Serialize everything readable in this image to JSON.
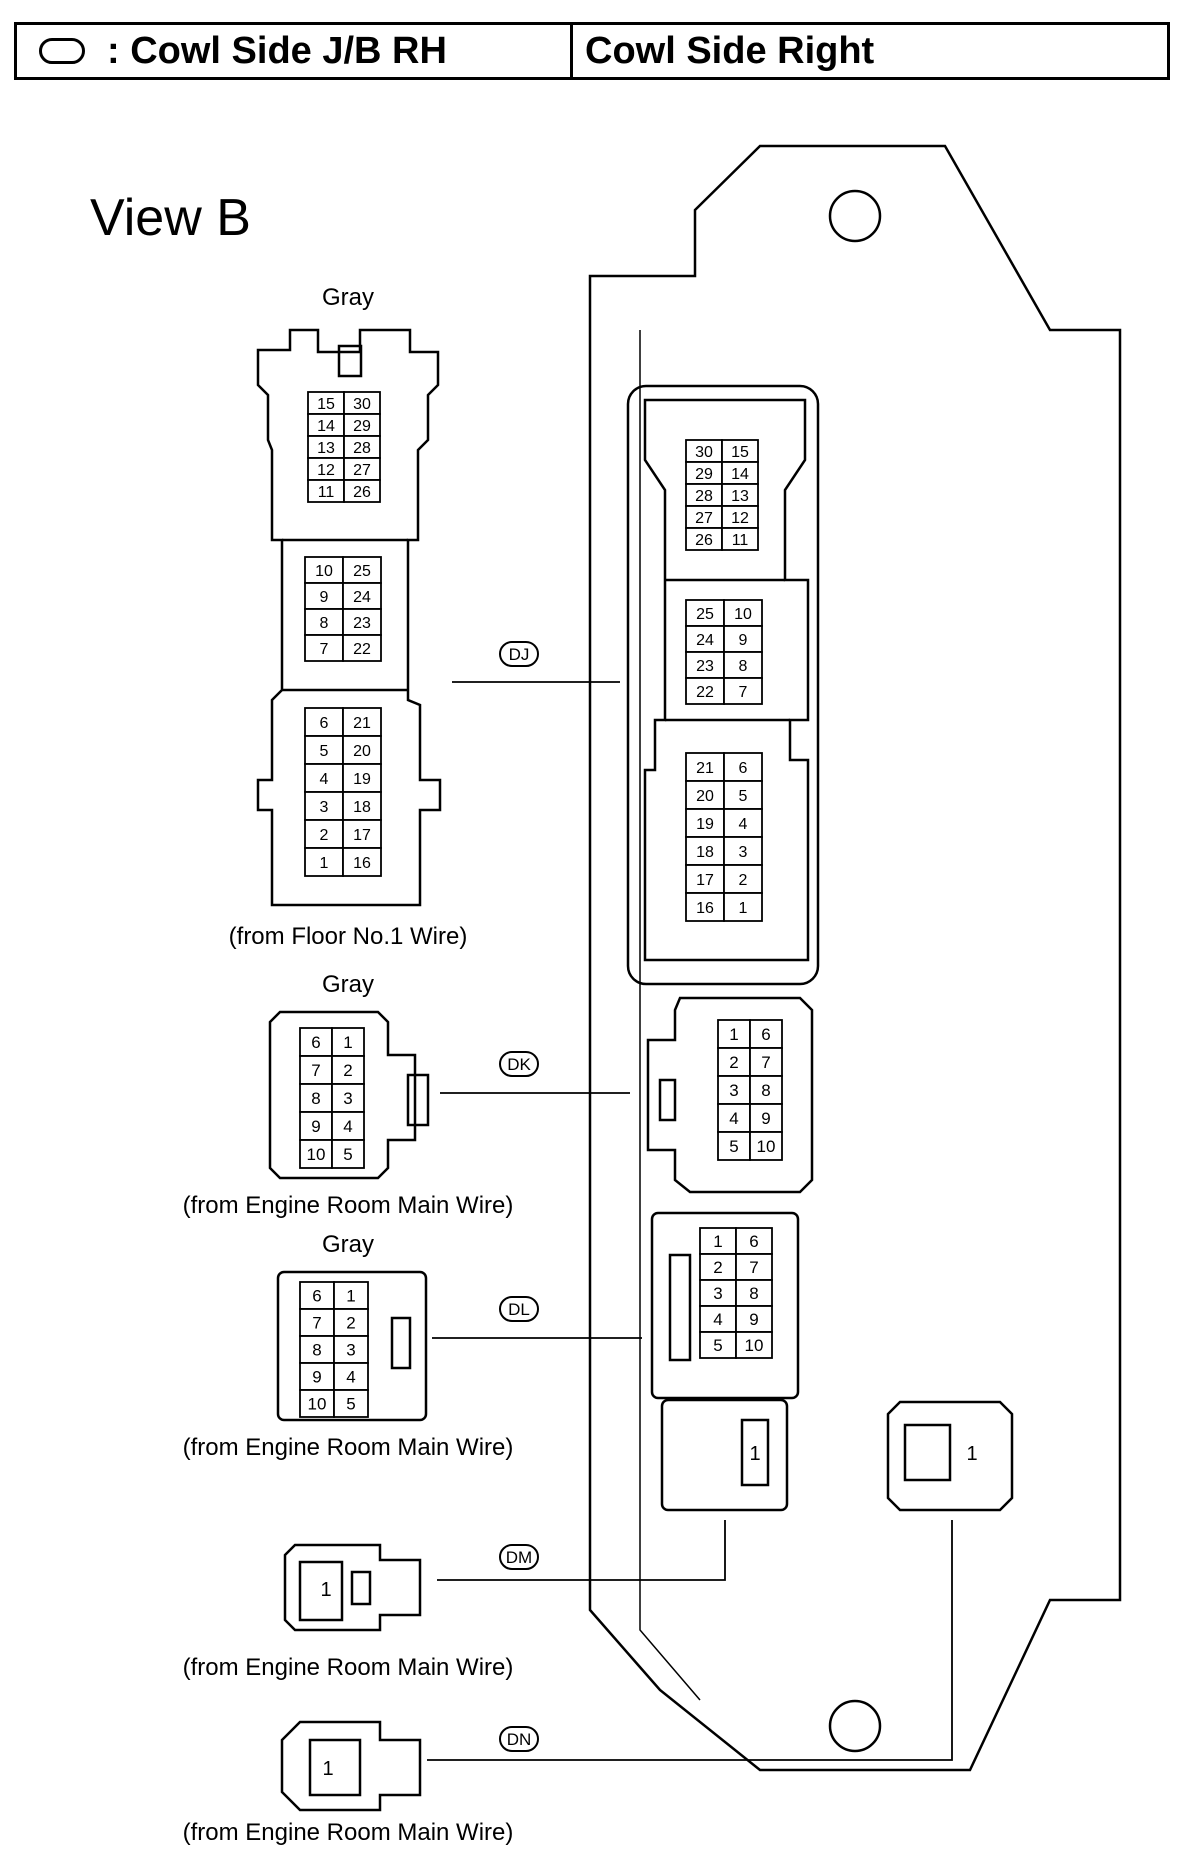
{
  "header": {
    "legend_symbol": "oval-icon",
    "left_label": ": Cowl Side J/B RH",
    "right_label": "Cowl Side Right"
  },
  "view_title": "View B",
  "connectors": [
    {
      "code": "DJ",
      "color": "Gray",
      "source": "(from Floor No.1 Wire)",
      "harness_pins": [
        [
          [
            "15",
            "30"
          ],
          [
            "14",
            "29"
          ],
          [
            "13",
            "28"
          ],
          [
            "12",
            "27"
          ],
          [
            "11",
            "26"
          ]
        ],
        [
          [
            "10",
            "25"
          ],
          [
            "9",
            "24"
          ],
          [
            "8",
            "23"
          ],
          [
            "7",
            "22"
          ]
        ],
        [
          [
            "6",
            "21"
          ],
          [
            "5",
            "20"
          ],
          [
            "4",
            "19"
          ],
          [
            "3",
            "18"
          ],
          [
            "2",
            "17"
          ],
          [
            "1",
            "16"
          ]
        ]
      ],
      "jb_pins": [
        [
          [
            "30",
            "15"
          ],
          [
            "29",
            "14"
          ],
          [
            "28",
            "13"
          ],
          [
            "27",
            "12"
          ],
          [
            "26",
            "11"
          ]
        ],
        [
          [
            "25",
            "10"
          ],
          [
            "24",
            "9"
          ],
          [
            "23",
            "8"
          ],
          [
            "22",
            "7"
          ]
        ],
        [
          [
            "21",
            "6"
          ],
          [
            "20",
            "5"
          ],
          [
            "19",
            "4"
          ],
          [
            "18",
            "3"
          ],
          [
            "17",
            "2"
          ],
          [
            "16",
            "1"
          ]
        ]
      ]
    },
    {
      "code": "DK",
      "color": "Gray",
      "source": "(from Engine Room Main Wire)",
      "harness_pins": [
        [
          "6",
          "1"
        ],
        [
          "7",
          "2"
        ],
        [
          "8",
          "3"
        ],
        [
          "9",
          "4"
        ],
        [
          "10",
          "5"
        ]
      ],
      "jb_pins": [
        [
          "1",
          "6"
        ],
        [
          "2",
          "7"
        ],
        [
          "3",
          "8"
        ],
        [
          "4",
          "9"
        ],
        [
          "5",
          "10"
        ]
      ]
    },
    {
      "code": "DL",
      "color": "Gray",
      "source": "(from Engine Room Main Wire)",
      "harness_pins": [
        [
          "6",
          "1"
        ],
        [
          "7",
          "2"
        ],
        [
          "8",
          "3"
        ],
        [
          "9",
          "4"
        ],
        [
          "10",
          "5"
        ]
      ],
      "jb_pins": [
        [
          "1",
          "6"
        ],
        [
          "2",
          "7"
        ],
        [
          "3",
          "8"
        ],
        [
          "4",
          "9"
        ],
        [
          "5",
          "10"
        ]
      ]
    },
    {
      "code": "DM",
      "source": "(from Engine Room Main Wire)",
      "harness_pin": "1",
      "jb_pin": "1"
    },
    {
      "code": "DN",
      "source": "(from Engine Room Main Wire)",
      "harness_pin": "1",
      "jb_pin": "1"
    }
  ]
}
